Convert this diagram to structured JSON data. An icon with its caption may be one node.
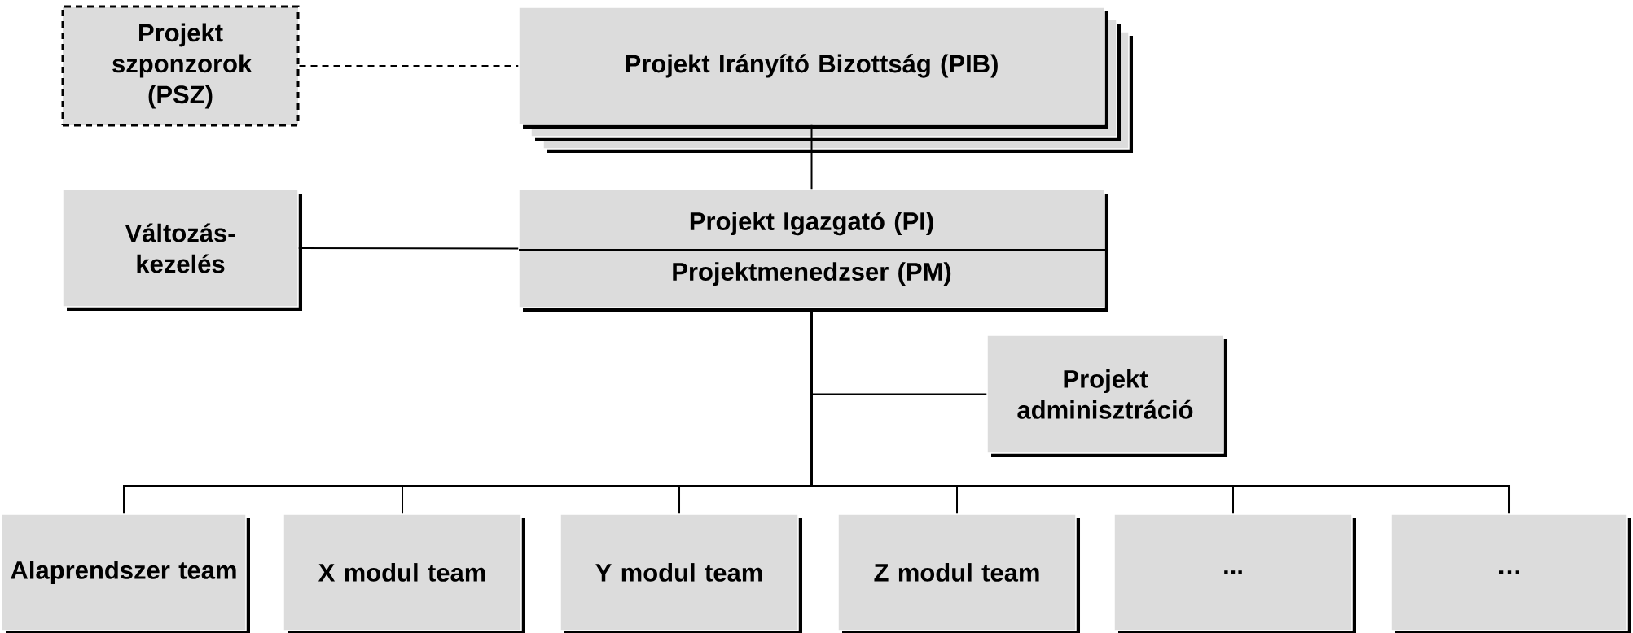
{
  "diagram": {
    "nodes": [
      {
        "text": [
          "Projekt szponzorok (PSZ)"
        ]
      },
      {
        "text": [
          "Projekt Irányító Bizottság (PIB)"
        ]
      },
      {
        "text": [
          "Projekt Igazgató (PI)",
          "Projektmenedzser (PM)"
        ]
      },
      {
        "text": [
          "Változás-kezelés"
        ]
      },
      {
        "text": [
          "Projekt adminisztráció"
        ]
      },
      {
        "text": [
          "Alaprendszer team"
        ]
      },
      {
        "text": [
          "X modul team"
        ]
      },
      {
        "text": [
          "Y modul team"
        ]
      },
      {
        "text": [
          "Z modul team"
        ]
      },
      {
        "text": [
          "..."
        ]
      },
      {
        "text": [
          "…"
        ]
      }
    ],
    "edges": [
      {
        "from": 0,
        "to": 1,
        "arrow": "none",
        "style": "dashed"
      },
      {
        "from": 1,
        "to": 2,
        "arrow": "none"
      },
      {
        "from": 3,
        "to": 2,
        "arrow": "none"
      },
      {
        "from": 2,
        "to": 4,
        "arrow": "none"
      },
      {
        "from": 2,
        "to": 5,
        "arrow": "none"
      },
      {
        "from": 2,
        "to": 6,
        "arrow": "none"
      },
      {
        "from": 2,
        "to": 7,
        "arrow": "none"
      },
      {
        "from": 2,
        "to": 8,
        "arrow": "none"
      },
      {
        "from": 2,
        "to": 9,
        "arrow": "none"
      },
      {
        "from": 2,
        "to": 10,
        "arrow": "none"
      }
    ]
  }
}
